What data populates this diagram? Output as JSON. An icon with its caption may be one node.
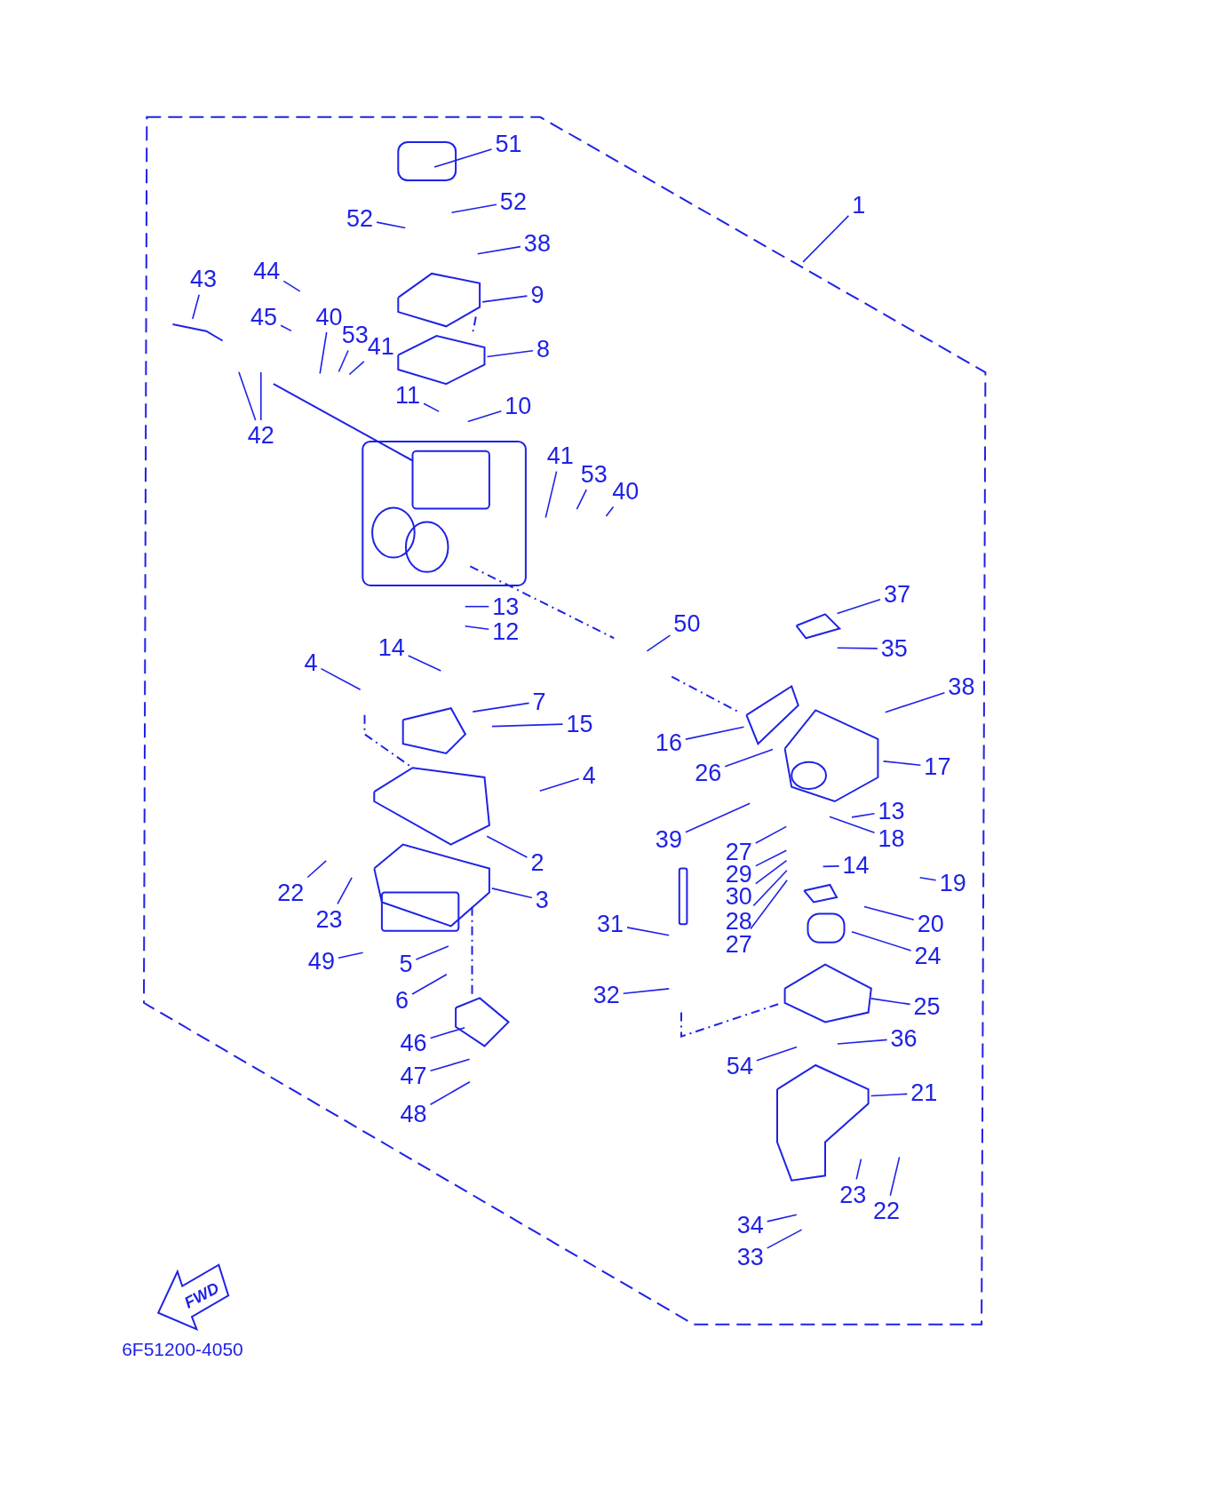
{
  "diagram": {
    "nodes": [
      {
        "text": [
          "51"
        ]
      },
      {
        "text": [
          "52"
        ]
      },
      {
        "text": [
          "52"
        ]
      },
      {
        "text": [
          "38"
        ]
      },
      {
        "text": [
          "1"
        ]
      },
      {
        "text": [
          "43"
        ]
      },
      {
        "text": [
          "44"
        ]
      },
      {
        "text": [
          "9"
        ]
      },
      {
        "text": [
          "45"
        ]
      },
      {
        "text": [
          "40"
        ]
      },
      {
        "text": [
          "53"
        ]
      },
      {
        "text": [
          "41"
        ]
      },
      {
        "text": [
          "8"
        ]
      },
      {
        "text": [
          "11"
        ]
      },
      {
        "text": [
          "10"
        ]
      },
      {
        "text": [
          "42"
        ]
      },
      {
        "text": [
          "41"
        ]
      },
      {
        "text": [
          "53"
        ]
      },
      {
        "text": [
          "40"
        ]
      },
      {
        "text": [
          "37"
        ]
      },
      {
        "text": [
          "13"
        ]
      },
      {
        "text": [
          "12"
        ]
      },
      {
        "text": [
          "50"
        ]
      },
      {
        "text": [
          "14"
        ]
      },
      {
        "text": [
          "35"
        ]
      },
      {
        "text": [
          "4"
        ]
      },
      {
        "text": [
          "38"
        ]
      },
      {
        "text": [
          "7"
        ]
      },
      {
        "text": [
          "15"
        ]
      },
      {
        "text": [
          "16"
        ]
      },
      {
        "text": [
          "17"
        ]
      },
      {
        "text": [
          "26"
        ]
      },
      {
        "text": [
          "4"
        ]
      },
      {
        "text": [
          "13"
        ]
      },
      {
        "text": [
          "18"
        ]
      },
      {
        "text": [
          "39"
        ]
      },
      {
        "text": [
          "27"
        ]
      },
      {
        "text": [
          "2"
        ]
      },
      {
        "text": [
          "14"
        ]
      },
      {
        "text": [
          "29"
        ]
      },
      {
        "text": [
          "19"
        ]
      },
      {
        "text": [
          "22"
        ]
      },
      {
        "text": [
          "30"
        ]
      },
      {
        "text": [
          "3"
        ]
      },
      {
        "text": [
          "20"
        ]
      },
      {
        "text": [
          "23"
        ]
      },
      {
        "text": [
          "28"
        ]
      },
      {
        "text": [
          "31"
        ]
      },
      {
        "text": [
          "27"
        ]
      },
      {
        "text": [
          "24"
        ]
      },
      {
        "text": [
          "49"
        ]
      },
      {
        "text": [
          "5"
        ]
      },
      {
        "text": [
          "32"
        ]
      },
      {
        "text": [
          "6"
        ]
      },
      {
        "text": [
          "25"
        ]
      },
      {
        "text": [
          "36"
        ]
      },
      {
        "text": [
          "46"
        ]
      },
      {
        "text": [
          "54"
        ]
      },
      {
        "text": [
          "47"
        ]
      },
      {
        "text": [
          "21"
        ]
      },
      {
        "text": [
          "48"
        ]
      },
      {
        "text": [
          "23"
        ]
      },
      {
        "text": [
          "22"
        ]
      },
      {
        "text": [
          "34"
        ]
      },
      {
        "text": [
          "33"
        ]
      }
    ],
    "edges": [
      {
        "from": 0,
        "to": null,
        "arrow": "none"
      },
      {
        "from": 1,
        "to": null,
        "arrow": "none"
      },
      {
        "from": 2,
        "to": null,
        "arrow": "none"
      },
      {
        "from": 3,
        "to": null,
        "arrow": "none"
      },
      {
        "from": 4,
        "to": null,
        "arrow": "none"
      },
      {
        "from": 5,
        "to": null,
        "arrow": "none"
      },
      {
        "from": 6,
        "to": null,
        "arrow": "none"
      },
      {
        "from": 7,
        "to": null,
        "arrow": "none"
      },
      {
        "from": 8,
        "to": null,
        "arrow": "none"
      },
      {
        "from": 9,
        "to": null,
        "arrow": "none"
      },
      {
        "from": 10,
        "to": null,
        "arrow": "none"
      },
      {
        "from": 11,
        "to": null,
        "arrow": "none"
      },
      {
        "from": 12,
        "to": null,
        "arrow": "none"
      },
      {
        "from": 13,
        "to": null,
        "arrow": "none"
      },
      {
        "from": 14,
        "to": null,
        "arrow": "none"
      },
      {
        "from": 15,
        "to": null,
        "arrow": "none"
      },
      {
        "from": 15,
        "to": null,
        "arrow": "none"
      },
      {
        "from": 16,
        "to": null,
        "arrow": "none"
      },
      {
        "from": 17,
        "to": null,
        "arrow": "none"
      },
      {
        "from": 18,
        "to": null,
        "arrow": "none"
      },
      {
        "from": 19,
        "to": null,
        "arrow": "none"
      },
      {
        "from": 20,
        "to": null,
        "arrow": "none"
      },
      {
        "from": 21,
        "to": null,
        "arrow": "none"
      },
      {
        "from": 22,
        "to": null,
        "arrow": "none"
      },
      {
        "from": 23,
        "to": null,
        "arrow": "none"
      },
      {
        "from": 24,
        "to": null,
        "arrow": "none"
      },
      {
        "from": 25,
        "to": null,
        "arrow": "none"
      },
      {
        "from": 26,
        "to": null,
        "arrow": "none"
      },
      {
        "from": 27,
        "to": null,
        "arrow": "none"
      },
      {
        "from": 28,
        "to": null,
        "arrow": "none"
      },
      {
        "from": 29,
        "to": null,
        "arrow": "none"
      },
      {
        "from": 30,
        "to": null,
        "arrow": "none"
      },
      {
        "from": 31,
        "to": null,
        "arrow": "none"
      },
      {
        "from": 32,
        "to": null,
        "arrow": "none"
      },
      {
        "from": 33,
        "to": null,
        "arrow": "none"
      },
      {
        "from": 34,
        "to": null,
        "arrow": "none"
      },
      {
        "from": 35,
        "to": null,
        "arrow": "none"
      },
      {
        "from": 36,
        "to": null,
        "arrow": "none"
      },
      {
        "from": 37,
        "to": null,
        "arrow": "none"
      },
      {
        "from": 38,
        "to": null,
        "arrow": "none"
      },
      {
        "from": 39,
        "to": null,
        "arrow": "none"
      },
      {
        "from": 40,
        "to": null,
        "arrow": "none"
      },
      {
        "from": 41,
        "to": null,
        "arrow": "none"
      },
      {
        "from": 42,
        "to": null,
        "arrow": "none"
      },
      {
        "from": 43,
        "to": null,
        "arrow": "none"
      },
      {
        "from": 44,
        "to": null,
        "arrow": "none"
      },
      {
        "from": 45,
        "to": null,
        "arrow": "none"
      },
      {
        "from": 46,
        "to": null,
        "arrow": "none"
      },
      {
        "from": 47,
        "to": null,
        "arrow": "none"
      },
      {
        "from": 48,
        "to": null,
        "arrow": "none"
      },
      {
        "from": 49,
        "to": null,
        "arrow": "none"
      },
      {
        "from": 50,
        "to": null,
        "arrow": "none"
      },
      {
        "from": 51,
        "to": null,
        "arrow": "none"
      },
      {
        "from": 52,
        "to": null,
        "arrow": "none"
      },
      {
        "from": 53,
        "to": null,
        "arrow": "none"
      },
      {
        "from": 54,
        "to": null,
        "arrow": "none"
      },
      {
        "from": 55,
        "to": null,
        "arrow": "none"
      },
      {
        "from": 56,
        "to": null,
        "arrow": "none"
      },
      {
        "from": 57,
        "to": null,
        "arrow": "none"
      },
      {
        "from": 58,
        "to": null,
        "arrow": "none"
      },
      {
        "from": 59,
        "to": null,
        "arrow": "none"
      },
      {
        "from": 60,
        "to": null,
        "arrow": "none"
      },
      {
        "from": 61,
        "to": null,
        "arrow": "none"
      },
      {
        "from": 62,
        "to": null,
        "arrow": "none"
      },
      {
        "from": 63,
        "to": null,
        "arrow": "none"
      },
      {
        "from": 64,
        "to": null,
        "arrow": "none"
      }
    ],
    "labels": [
      "FWD",
      "6F51200-4050"
    ]
  }
}
